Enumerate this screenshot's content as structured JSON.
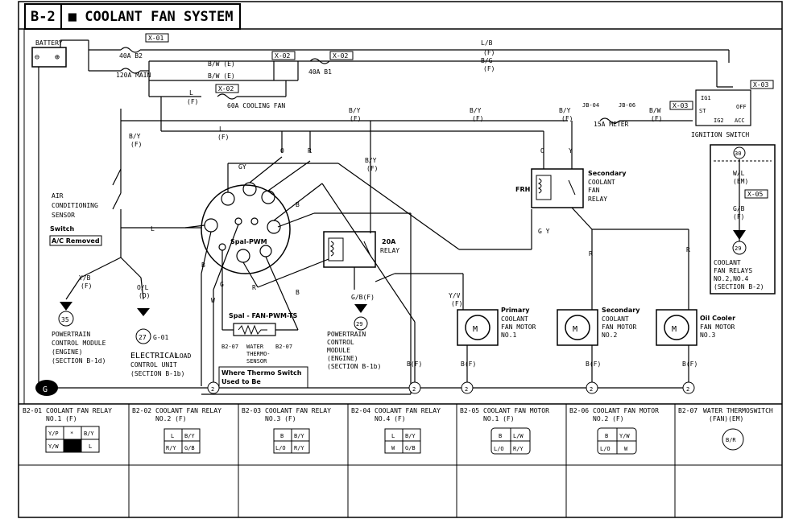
{
  "header": {
    "section": "B-2",
    "title": "COOLANT FAN SYSTEM"
  },
  "labels": {
    "battery": "BATTERY",
    "battery_plus": "⊕",
    "battery_minus": "⊖",
    "x01": "X-01",
    "x02a": "X-02",
    "x02b": "X-02",
    "x02c": "X-02",
    "x03a": "X-03",
    "x03b": "X-03",
    "x05": "X-05",
    "fuse_40a_b2": "40A B2",
    "fuse_120a": "120A MAIN",
    "fuse_40a_b1": "40A B1",
    "fuse_60a": "60A COOLING FAN",
    "fuse_15a": "15A METER",
    "jb04": "JB-04",
    "jb06": "JB-06",
    "wire_lb_f": "L/B",
    "wire_lb_f2": "(F)",
    "wire_bg": "B/G",
    "wire_bg2": "(F)",
    "wire_bw_e1": "B/W (E)",
    "wire_bw_e2": "B/W (E)",
    "wire_l_f": "L",
    "wire_l_f2": "(F)",
    "wire_by_f1": "B/Y",
    "wire_by_f1b": "(F)",
    "wire_by_f2": "B/Y",
    "wire_by_f2b": "(F)",
    "wire_by_f3": "B/Y",
    "wire_by_f3b": "(F)",
    "wire_bw_f": "B/W",
    "wire_bw_f2": "(F)",
    "wire_l2": "L",
    "wire_l2b": "(F)",
    "wire_by_left": "B/Y",
    "wire_by_left2": "(F)",
    "wire_by_mid": "B/Y",
    "wire_by_mid2": "(F)",
    "ignition": "IGNITION SWITCH",
    "ig_ig1": "IG1",
    "ig_st": "ST",
    "ig_ig2": "IG2",
    "ig_off": "OFF",
    "ig_acc": "ACC",
    "ac_sensor": [
      "AIR",
      "CONDITIONING",
      "SENSOR"
    ],
    "switch": "Switch",
    "ac_removed": "A/C Removed",
    "gy": "GY",
    "l_conn": "L",
    "b_conn": "B",
    "g_conn": "G",
    "w_conn": "W",
    "r_conn": "R",
    "b2": "B",
    "b3": "B",
    "o_wire": "O",
    "r_wire": "R",
    "spal_pwm": "Spal-PWM",
    "spal_fan": "Spal - FAN-PWM-TS",
    "relay20a": "20A",
    "relay20a2": "RELAY",
    "gb_f": "G/B(F)",
    "pcm_29": "29",
    "pcm2": [
      "POWERTRAIN",
      "CONTROL",
      "MODULE",
      "(ENGINE)",
      "(SECTION B-1b)"
    ],
    "yb_f": "Y/B",
    "yb_f2": "(F)",
    "ol_d": "O/L",
    "ol_d2": "(D)",
    "n35": "35",
    "n27": "27",
    "g01": "G-01",
    "pcm1": [
      "POWERTRAIN",
      "CONTROL MODULE",
      "(ENGINE)",
      "(SECTION B-1d)"
    ],
    "elec": [
      "ELECTRICAL",
      "CONTROL UNIT",
      "(SECTION B-1b)"
    ],
    "load": "LOAD",
    "b207a": "B2-07",
    "b207b": "B2-07",
    "water_thermo": [
      "WATER",
      "THERMO-",
      "SENSOR"
    ],
    "thermo_note": [
      "Where Thermo Switch",
      "Used to Be"
    ],
    "frh": "FRH",
    "secondary_relay": "Secondary",
    "sec_relay_txt": [
      "COOLANT",
      "FAN",
      "RELAY"
    ],
    "o2": "O",
    "y2": "Y",
    "gy2": "G Y",
    "r3": "R",
    "r4": "R",
    "yv_f": "Y/V",
    "yv_f2": "(F)",
    "primary": "Primary",
    "primary_txt": [
      "COOLANT",
      "FAN MOTOR",
      "NO.1"
    ],
    "secondary": "Secondary",
    "secondary_txt": [
      "COOLANT",
      "FAN MOTOR",
      "NO.2"
    ],
    "oilcooler": "Oil Cooler",
    "oilcooler_txt": [
      "FAN MOTOR",
      "NO.3"
    ],
    "bf1": "B(F)",
    "bf2": "B(F)",
    "bf3": "B(F)",
    "bf4": "B(F)",
    "motor_m": "M",
    "n30": "30",
    "wl_em": "W/L",
    "wl_em2": "(EM)",
    "gb_f2": "G/B",
    "gb_f3": "(F)",
    "n29b": "29",
    "relays_box": [
      "COOLANT",
      "FAN RELAYS",
      "NO.2,NO.4",
      "(SECTION B-2)"
    ],
    "g_ground": "G",
    "n2": "2"
  },
  "connectors": [
    {
      "id": "B2-01",
      "name": "COOLANT FAN RELAY",
      "sub": "NO.1 (F)",
      "pins": [
        "Y/P",
        "*",
        "B/Y",
        "Y/W",
        "",
        "L"
      ]
    },
    {
      "id": "B2-02",
      "name": "COOLANT FAN RELAY",
      "sub": "NO.2 (F)",
      "pins": [
        "L",
        "B/Y",
        "R/Y",
        "G/B"
      ]
    },
    {
      "id": "B2-03",
      "name": "COOLANT FAN RELAY",
      "sub": "NO.3 (F)",
      "pins": [
        "B",
        "B/Y",
        "L/O",
        "R/Y"
      ]
    },
    {
      "id": "B2-04",
      "name": "COOLANT FAN RELAY",
      "sub": "NO.4 (F)",
      "pins": [
        "L",
        "B/Y",
        "W",
        "G/B"
      ]
    },
    {
      "id": "B2-05",
      "name": "COOLANT FAN MOTOR",
      "sub": "NO.1 (F)",
      "pins": [
        "B",
        "L/W",
        "L/O",
        "R/Y"
      ]
    },
    {
      "id": "B2-06",
      "name": "COOLANT FAN MOTOR",
      "sub": "NO.2 (F)",
      "pins": [
        "B",
        "Y/W",
        "L/O",
        "W"
      ]
    },
    {
      "id": "B2-07",
      "name": "WATER THERMOSWITCH",
      "sub": "(FAN)(EM)",
      "pins": [
        "B/R"
      ]
    }
  ]
}
